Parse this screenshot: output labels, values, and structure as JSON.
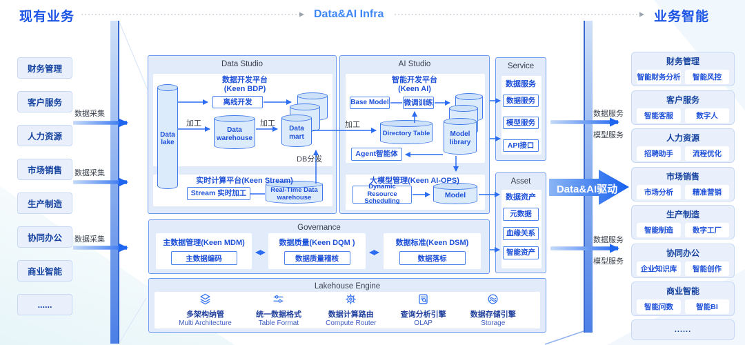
{
  "header": {
    "left": "现有业务",
    "center": "Data&AI Infra",
    "right": "业务智能"
  },
  "left_column": {
    "items": [
      "财务管理",
      "客户服务",
      "人力资源",
      "市场销售",
      "生产制造",
      "协同办公",
      "商业智能",
      "......"
    ],
    "collect1": "数据采集",
    "collect2": "数据采集",
    "collect3": "数据采集"
  },
  "data_studio": {
    "title": "Data Studio",
    "platform_title": "数据开发平台",
    "platform_sub": "(Keen BDP)",
    "offline_dev": "离线开发",
    "data_lake": "Data lake",
    "data_warehouse": "Data warehouse",
    "data_mart": "Data mart",
    "process1": "加工",
    "process2": "加工",
    "process3": "加工",
    "db_distribute": "DB分发",
    "stream_title": "实时计算平台(Keen Stream)",
    "stream_job": "Stream 实时加工",
    "rt_warehouse": "Real-Time Data warehouse"
  },
  "ai_studio": {
    "title": "AI Studio",
    "platform_title": "智能开发平台",
    "platform_sub": "(Keen AI)",
    "base_model": "Base Model",
    "finetune": "微调训练",
    "directory_table": "Directory Table",
    "model_library": "Model library",
    "agent": "Agent智能体",
    "ops_title": "大模型管理(Keen AI-OPS)",
    "scheduling": "Dynamic Resource Scheduling",
    "model": "Model"
  },
  "service": {
    "title": "Service",
    "header": "数据服务",
    "items": [
      "数据服务",
      "模型服务",
      "API接口"
    ]
  },
  "asset": {
    "title": "Asset",
    "header": "数据资产",
    "items": [
      "元数据",
      "血缘关系",
      "智能资产"
    ]
  },
  "governance": {
    "title": "Governance",
    "groups": [
      {
        "title": "主数据管理(Keen MDM)",
        "item": "主数据编码"
      },
      {
        "title": "数据质量(Keen DQM )",
        "item": "数据质量稽核"
      },
      {
        "title": "数据标准(Keen DSM)",
        "item": "数据落标"
      }
    ]
  },
  "lakehouse": {
    "title": "Lakehouse Engine",
    "items": [
      {
        "icon": "layers-icon",
        "zh": "多架构纳管",
        "en": "Multi Architecture"
      },
      {
        "icon": "sliders-icon",
        "zh": "统一数据格式",
        "en": "Table Format"
      },
      {
        "icon": "gear-icon",
        "zh": "数据计算路由",
        "en": "Compute Router"
      },
      {
        "icon": "doc-search-icon",
        "zh": "查询分析引擎",
        "en": "OLAP"
      },
      {
        "icon": "storage-icon",
        "zh": "数据存储引擎",
        "en": "Storage"
      }
    ]
  },
  "right_flow": {
    "top_data": "数据服务",
    "top_model": "模型服务",
    "bottom_data": "数据服务",
    "bottom_model": "模型服务",
    "drive": "Data&AI驱动"
  },
  "right_column": {
    "groups": [
      {
        "title": "财务管理",
        "items": [
          "智能财务分析",
          "智能风控"
        ]
      },
      {
        "title": "客户服务",
        "items": [
          "智能客服",
          "数字人"
        ]
      },
      {
        "title": "人力资源",
        "items": [
          "招聘助手",
          "流程优化"
        ]
      },
      {
        "title": "市场销售",
        "items": [
          "市场分析",
          "精准营销"
        ]
      },
      {
        "title": "生产制造",
        "items": [
          "智能制造",
          "数字工厂"
        ]
      },
      {
        "title": "协同办公",
        "items": [
          "企业知识库",
          "智能创作"
        ]
      },
      {
        "title": "商业智能",
        "items": [
          "智能问数",
          "智能BI"
        ]
      },
      {
        "title": "......",
        "items": []
      }
    ]
  },
  "colors": {
    "accent": "#2b6cf0",
    "deep_blue": "#1c54e6",
    "box_text": "#1d50d8",
    "panel_bg": "#e1ebfa"
  }
}
